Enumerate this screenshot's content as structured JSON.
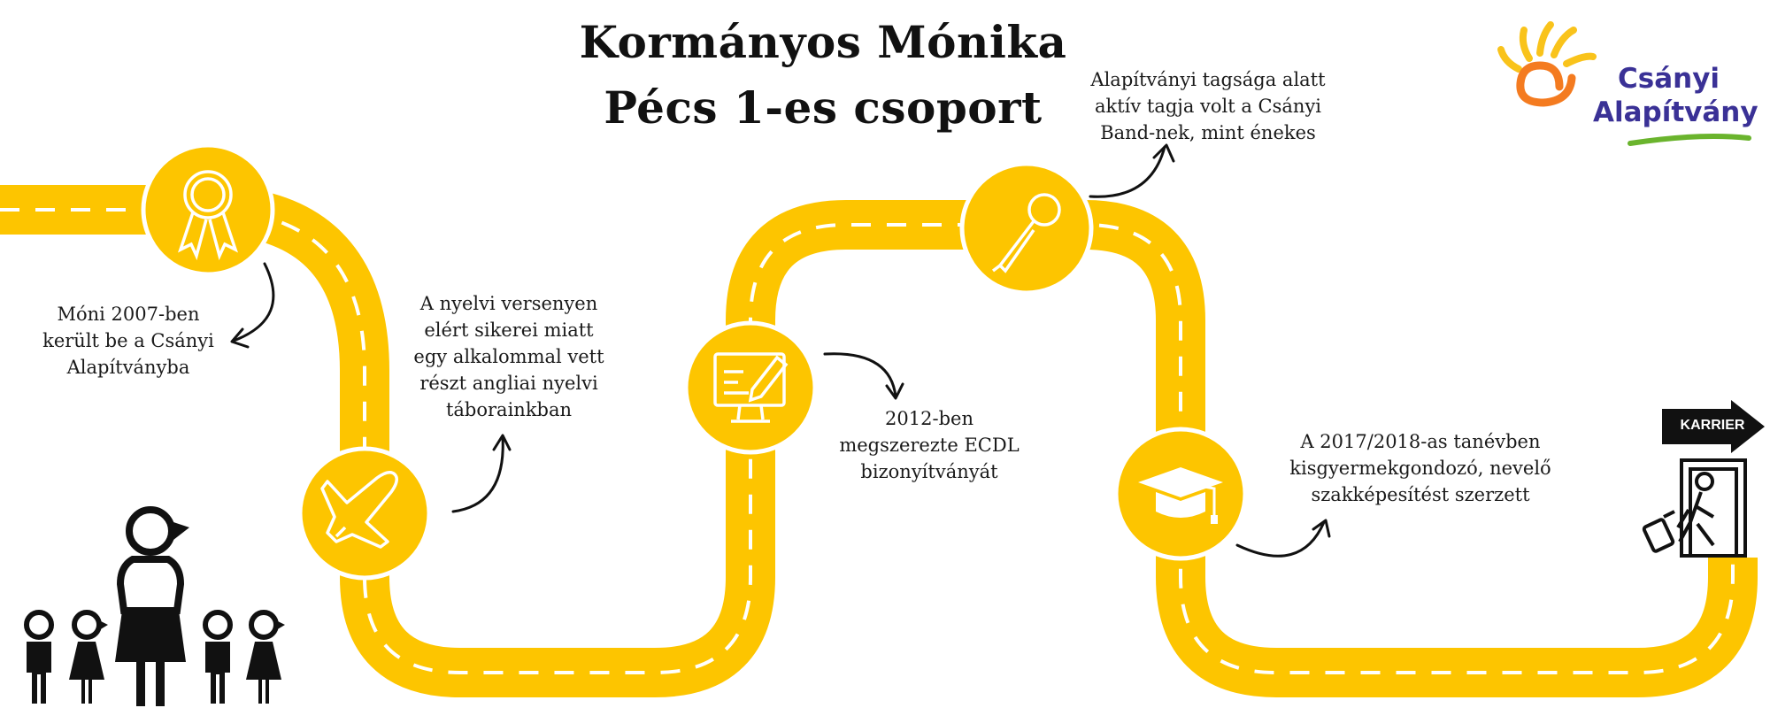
{
  "title": {
    "line1": "Kormányos Mónika",
    "line2": "Pécs 1-es csoport"
  },
  "logo": {
    "line1": "Csányi",
    "line2": "Alapítvány",
    "icon": "sun-spiral-logo-icon"
  },
  "milestones": [
    {
      "icon": "medal-icon",
      "lines": [
        "Móni 2007-ben",
        "került be a Csányi",
        "Alapítványba"
      ]
    },
    {
      "icon": "airplane-icon",
      "lines": [
        "A nyelvi versenyen",
        "elért sikerei miatt",
        "egy alkalommal vett",
        "részt angliai nyelvi",
        "táborainkban"
      ]
    },
    {
      "icon": "computer-edit-icon",
      "lines": [
        "2012-ben",
        "megszerezte ECDL",
        "bizonyítványát"
      ]
    },
    {
      "icon": "microphone-icon",
      "lines": [
        "Alapítványi tagsága alatt",
        "aktív tagja volt a Csányi",
        "Band-nek, mint énekes"
      ]
    },
    {
      "icon": "graduation-cap-icon",
      "lines": [
        "A 2017/2018-as tanévben",
        "kisgyermekgondozó, nevelő",
        "szakképesítést szerzett"
      ]
    }
  ],
  "exit": {
    "label": "KARRIER",
    "icon": "exit-door-traveler-icon"
  },
  "colors": {
    "road": "#fdc500",
    "dash": "#ffffff",
    "text": "#111111",
    "logo_blue": "#3a3196",
    "logo_orange": "#f47b20",
    "logo_yellow": "#f9c31b",
    "logo_green": "#6ab42d"
  }
}
